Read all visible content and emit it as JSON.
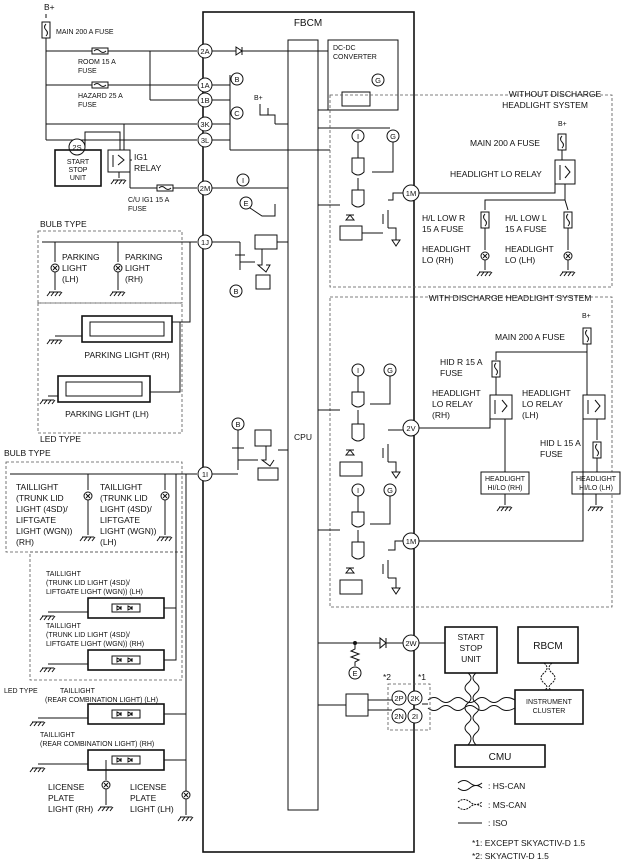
{
  "labels": {
    "fbcm": "FBCM",
    "cpu": "CPU",
    "bplus": "B+",
    "main200": "MAIN 200 A FUSE",
    "room15_1": "ROOM 15 A",
    "room15_2": "FUSE",
    "hazard25_1": "HAZARD 25 A",
    "hazard25_2": "FUSE",
    "dcdc_1": "DC-DC",
    "dcdc_2": "CONVERTER",
    "start_stop_1": "START",
    "start_stop_2": "STOP",
    "start_stop_3": "UNIT",
    "ig1_1": "IG1",
    "ig1_2": "RELAY",
    "cu_ig1_1": "C/U IG1 15 A",
    "cu_ig1_2": "FUSE",
    "bulb_type": "BULB TYPE",
    "led_type": "LED TYPE",
    "parking_1": "PARKING",
    "parking_2": "LIGHT",
    "lh": "(LH)",
    "rh": "(RH)",
    "parking_rh": "PARKING LIGHT (RH)",
    "parking_lh": "PARKING LIGHT (LH)",
    "tl_1": "TAILLIGHT",
    "tl_2": "(TRUNK LID",
    "tl_3": "LIGHT (4SD)/",
    "tl_4": "LIFTGATE",
    "tl_5": "LIGHT (WGN))",
    "tl_led_2": "(TRUNK LID LIGHT (4SD)/",
    "tl_led_3": "LIFTGATE LIGHT (WGN)) (LH)",
    "tl_led_3b": "LIFTGATE LIGHT (WGN)) (RH)",
    "rcl_lh": "(REAR COMBINATION LIGHT) (LH)",
    "rcl_rh": "(REAR COMBINATION LIGHT) (RH)",
    "license_1": "LICENSE",
    "license_2": "PLATE",
    "license_rh": "LIGHT (RH)",
    "license_lh": "LIGHT (LH)",
    "without_1": "WITHOUT DISCHARGE",
    "without_2": "HEADLIGHT SYSTEM",
    "hl_lo_relay": "HEADLIGHT LO RELAY",
    "hl_low_r_1": "H/L LOW R",
    "hl_low_l_1": "H/L LOW L",
    "fuse15": "15 A FUSE",
    "headlight": "HEADLIGHT",
    "lo_rh": "LO (RH)",
    "lo_lh": "LO (LH)",
    "with_discharge": "WITH DISCHARGE HEADLIGHT SYSTEM",
    "hid_r_1": "HID R 15 A",
    "hid_l_1": "HID L 15 A",
    "fuse": "FUSE",
    "lo_relay": "LO RELAY",
    "hilo_rh": "HI/LO (RH)",
    "hilo_lh": "HI/LO (LH)",
    "rbcm": "RBCM",
    "instrument_1": "INSTRUMENT",
    "instrument_2": "CLUSTER",
    "cmu": "CMU",
    "hs_can": ": HS-CAN",
    "ms_can": ": MS-CAN",
    "iso": ": ISO",
    "note1_mark": "*1",
    "note2_mark": "*2",
    "note1": "*1: EXCEPT SKYACTIV-D 1.5",
    "note2": "*2: SKYACTIV-D 1.5",
    "sym_b": "B",
    "sym_c": "C",
    "sym_g": "G",
    "sym_i": "I",
    "sym_e": "E"
  },
  "pins": {
    "p2a": "2A",
    "p1a": "1A",
    "p1b": "1B",
    "p3k": "3K",
    "p3l": "3L",
    "p2m": "2M",
    "p1j": "1J",
    "p1i": "1I",
    "p2s": "2S",
    "p1m": "1M",
    "p2v": "2V",
    "p2w": "2W",
    "p2p": "2P",
    "p2k": "2K",
    "p2n": "2N",
    "p2i": "2I"
  }
}
